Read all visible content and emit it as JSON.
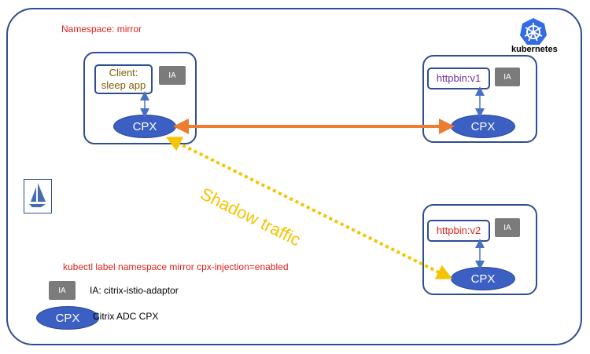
{
  "namespace_label": "Namespace: mirror",
  "kubernetes_label": "kubernetes",
  "client_pod": {
    "app_label": "Client:\nsleep app",
    "ia_label": "IA",
    "cpx_label": "CPX"
  },
  "httpbin_v1_pod": {
    "app_label": "httpbin:v1",
    "ia_label": "IA",
    "cpx_label": "CPX"
  },
  "httpbin_v2_pod": {
    "app_label": "httpbin:v2",
    "ia_label": "IA",
    "cpx_label": "CPX"
  },
  "shadow_label": "Shadow traffic",
  "command_text": "kubectl label namespace mirror cpx-injection=enabled",
  "legend": {
    "ia_box": "IA",
    "ia_desc": "IA: citrix-istio-adaptor",
    "cpx_box": "CPX",
    "cpx_desc": "Citrix ADC CPX"
  },
  "colors": {
    "border": "#2f4e8f",
    "cpx": "#3b5fc3",
    "ia": "#7b7b7b",
    "main_arrow": "#ed7d31",
    "shadow_arrow": "#f5c400",
    "accent_red": "#e0211b",
    "client_text": "#7f6000",
    "v1_text": "#7030a0"
  },
  "icons": [
    "kubernetes-icon",
    "istio-icon"
  ]
}
